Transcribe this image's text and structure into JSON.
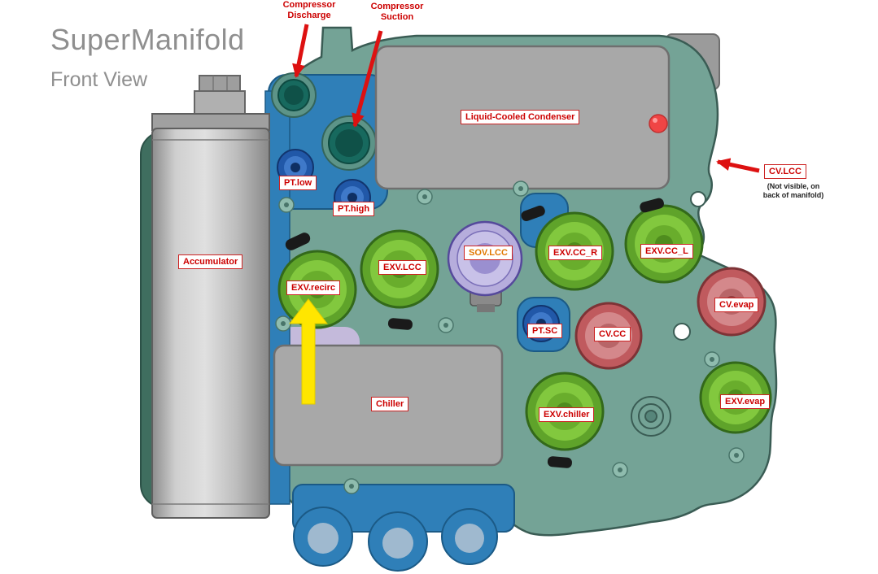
{
  "header": {
    "title": "SuperManifold",
    "subtitle": "Front View"
  },
  "callouts": {
    "compressor_discharge_line1": "Compressor",
    "compressor_discharge_line2": "Discharge",
    "compressor_suction_line1": "Compressor",
    "compressor_suction_line2": "Suction",
    "cv_lcc": "CV.LCC",
    "cv_lcc_note_line1": "(Not visible, on",
    "cv_lcc_note_line2": "back of manifold)"
  },
  "components": {
    "liquid_cooled_condenser": "Liquid-Cooled Condenser",
    "pt_low": "PT.low",
    "pt_high": "PT.high",
    "accumulator": "Accumulator",
    "exv_recirc": "EXV.recirc",
    "exv_lcc": "EXV.LCC",
    "sov_lcc": "SOV.LCC",
    "exv_cc_r": "EXV.CC_R",
    "exv_cc_l": "EXV.CC_L",
    "cv_evap": "CV.evap",
    "pt_sc": "PT.SC",
    "cv_cc": "CV.CC",
    "chiller": "Chiller",
    "exv_chiller": "EXV.chiller",
    "exv_evap": "EXV.evap"
  },
  "colors": {
    "label_red": "#cc0000",
    "sov_label_orange": "#e07800",
    "arrow_red": "#dd1111",
    "highlight_yellow": "#ffe600",
    "manifold_teal": "#74a396",
    "background_blue": "#2f7fb8",
    "valve_green": "#7cc43a",
    "valve_red": "#c46568",
    "sensor_blue": "#2158a8",
    "sov_purple": "#b6addc",
    "condenser_gray": "#a8a8a8",
    "red_dot": "#f04545"
  }
}
